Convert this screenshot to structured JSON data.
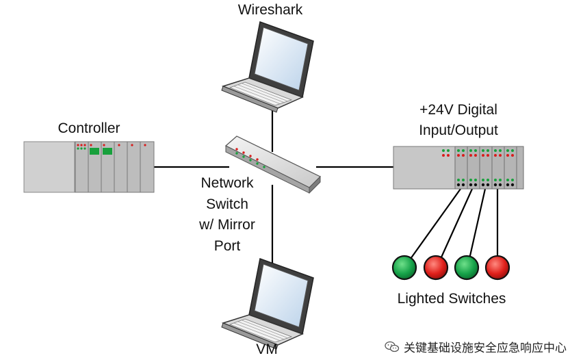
{
  "labels": {
    "wireshark": "Wireshark",
    "controller": "Controller",
    "io_line1": "+24V Digital",
    "io_line2": "Input/Output",
    "switch_line1": "Network",
    "switch_line2": "Switch",
    "switch_line3": "w/ Mirror",
    "switch_line4": "Port",
    "lighted_switches": "Lighted Switches",
    "vm": "VM"
  },
  "lighted_switches": [
    {
      "color": "#17a34a",
      "state": "green"
    },
    {
      "color": "#e0201b",
      "state": "red"
    },
    {
      "color": "#17a34a",
      "state": "green"
    },
    {
      "color": "#e0201b",
      "state": "red"
    }
  ],
  "watermark": "关键基础设施安全应急响应中心",
  "colors": {
    "line": "#000000",
    "device_dark": "#7f7f7f",
    "device_light": "#e6e6e6",
    "led_green": "#18a03c",
    "led_red": "#d81c1c"
  }
}
